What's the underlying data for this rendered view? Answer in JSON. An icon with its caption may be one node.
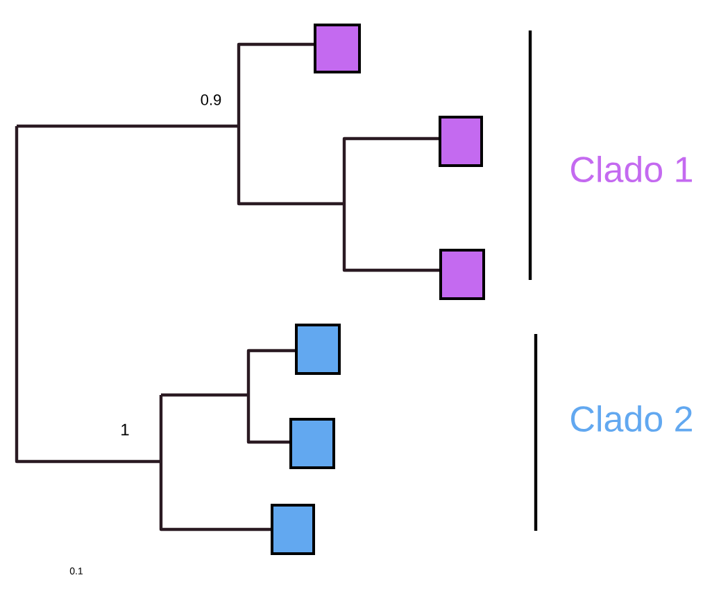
{
  "diagram": {
    "nodes": [
      {
        "text": [],
        "shape": "box"
      },
      {
        "text": [],
        "shape": "box"
      },
      {
        "text": [],
        "shape": "box"
      },
      {
        "text": [],
        "shape": "box"
      },
      {
        "text": [],
        "shape": "box"
      },
      {
        "text": [],
        "shape": "box"
      }
    ],
    "labels": [
      "0.9",
      "Clado 1",
      "1",
      "Clado 2",
      "0.1"
    ]
  }
}
